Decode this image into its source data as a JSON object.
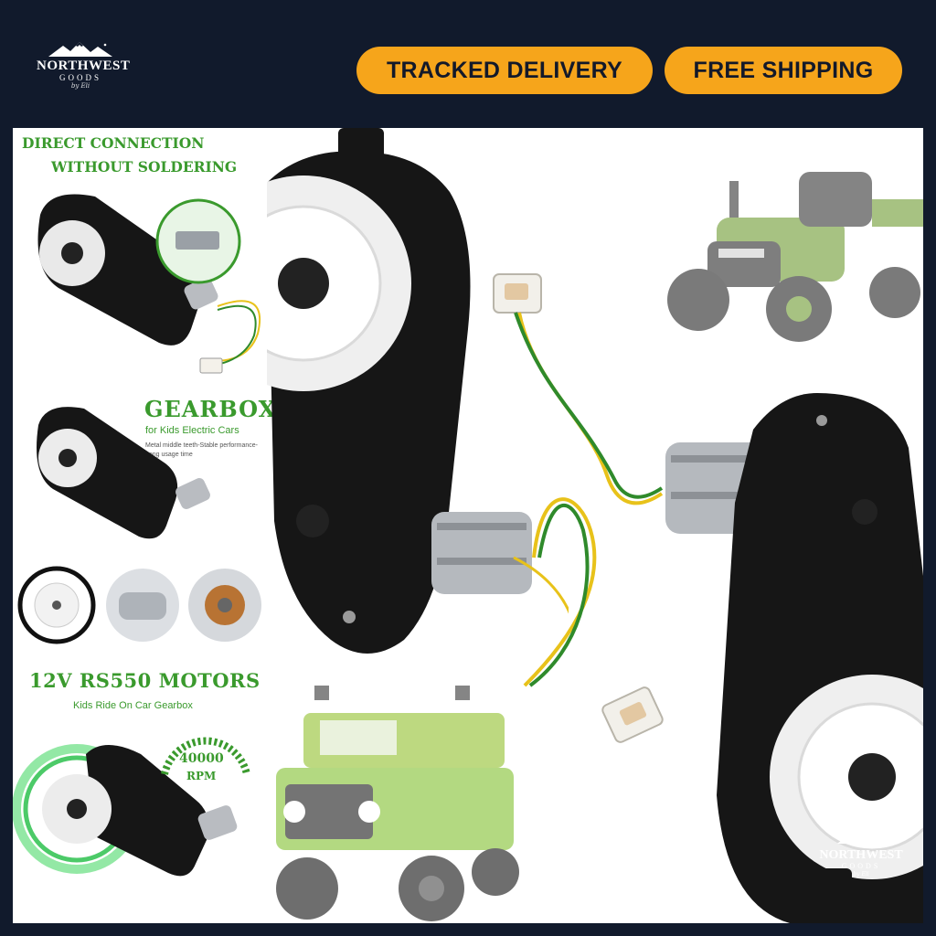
{
  "brand": {
    "name": "NORTHWEST",
    "subtitle": "GOODS",
    "byline": "by Eli"
  },
  "header": {
    "badges": [
      {
        "label": "TRACKED DELIVERY"
      },
      {
        "label": "FREE SHIPPING"
      }
    ]
  },
  "left_panel": {
    "headline_line1": "DIRECT CONNECTION",
    "headline_line2": "WITHOUT SOLDERING",
    "gearbox_title": "GEARBOX",
    "gearbox_subtitle": "for Kids Electric Cars",
    "gearbox_note": "Metal middle teeth-Stable performance-Long usage time",
    "motors_title": "12V RS550 MOTORS",
    "motors_subtitle": "Kids Ride On Car Gearbox",
    "rpm_value": "40000",
    "rpm_unit": "RPM"
  },
  "colors": {
    "header_bg": "#111a2c",
    "badge_bg": "#f6a51b",
    "badge_text": "#13192a",
    "accent_green": "#3a9a2d",
    "gearbox_black": "#151515",
    "wire_yellow": "#e8c21a",
    "wire_green": "#2f8a2b"
  }
}
